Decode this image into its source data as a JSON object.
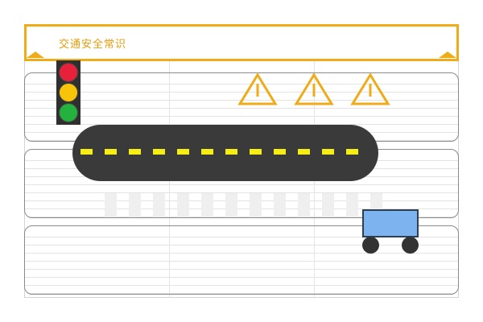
{
  "banner": {
    "title": "交通安全常识",
    "accent_color": "#f0ab18"
  },
  "traffic_light": {
    "lamps": [
      {
        "name": "red-lamp",
        "color": "#e8213a"
      },
      {
        "name": "yellow-lamp",
        "color": "#f8c40a"
      },
      {
        "name": "green-lamp",
        "color": "#22b23d"
      }
    ]
  },
  "warning_signs": {
    "count": 3,
    "icon": "warning-triangle-icon",
    "color": "#f0ab18"
  },
  "road": {
    "lane_marking_color": "#f6ee12",
    "dash_count": 12
  },
  "crosswalk": {
    "stripe_count": 12
  },
  "cart": {
    "icon": "cart-icon",
    "body_color": "#7db3ef"
  }
}
